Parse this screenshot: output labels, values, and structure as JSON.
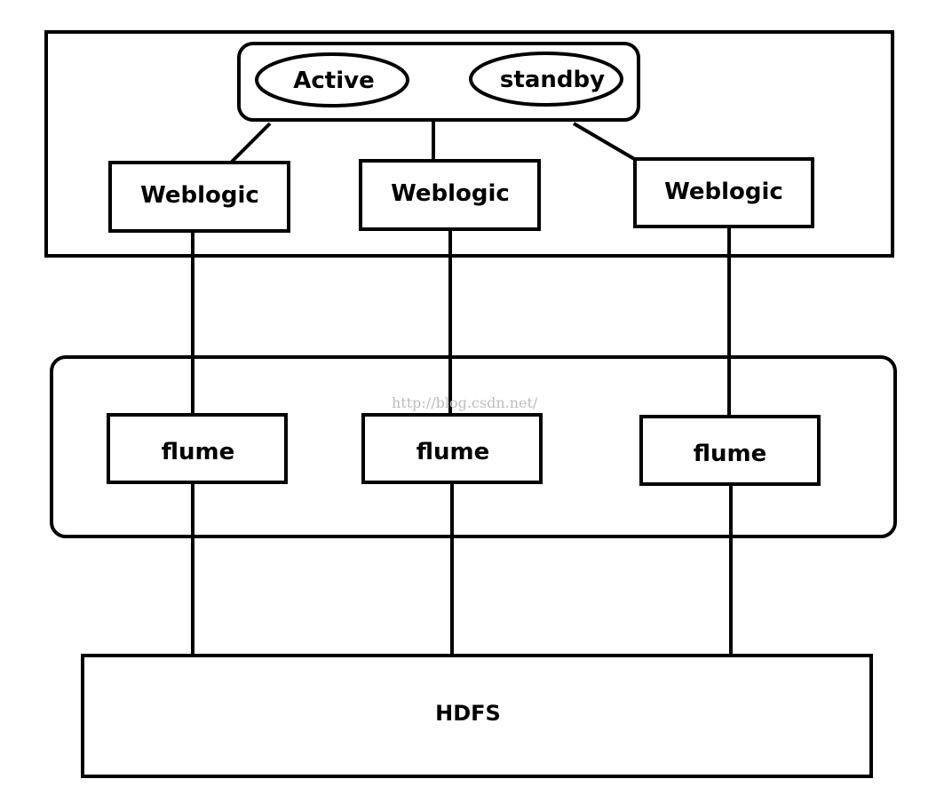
{
  "diagram": {
    "cluster": {
      "active_label": "Active",
      "standby_label": "standby",
      "weblogic_nodes": [
        "Weblogic",
        "Weblogic",
        "Weblogic"
      ]
    },
    "flume_layer": {
      "flume_nodes": [
        "flume",
        "flume",
        "flume"
      ]
    },
    "hdfs_label": "HDFS",
    "watermark": "http://blog.csdn.net/"
  },
  "colors": {
    "stroke": "#000000",
    "background": "#ffffff",
    "watermark": "#bdbdbd"
  }
}
